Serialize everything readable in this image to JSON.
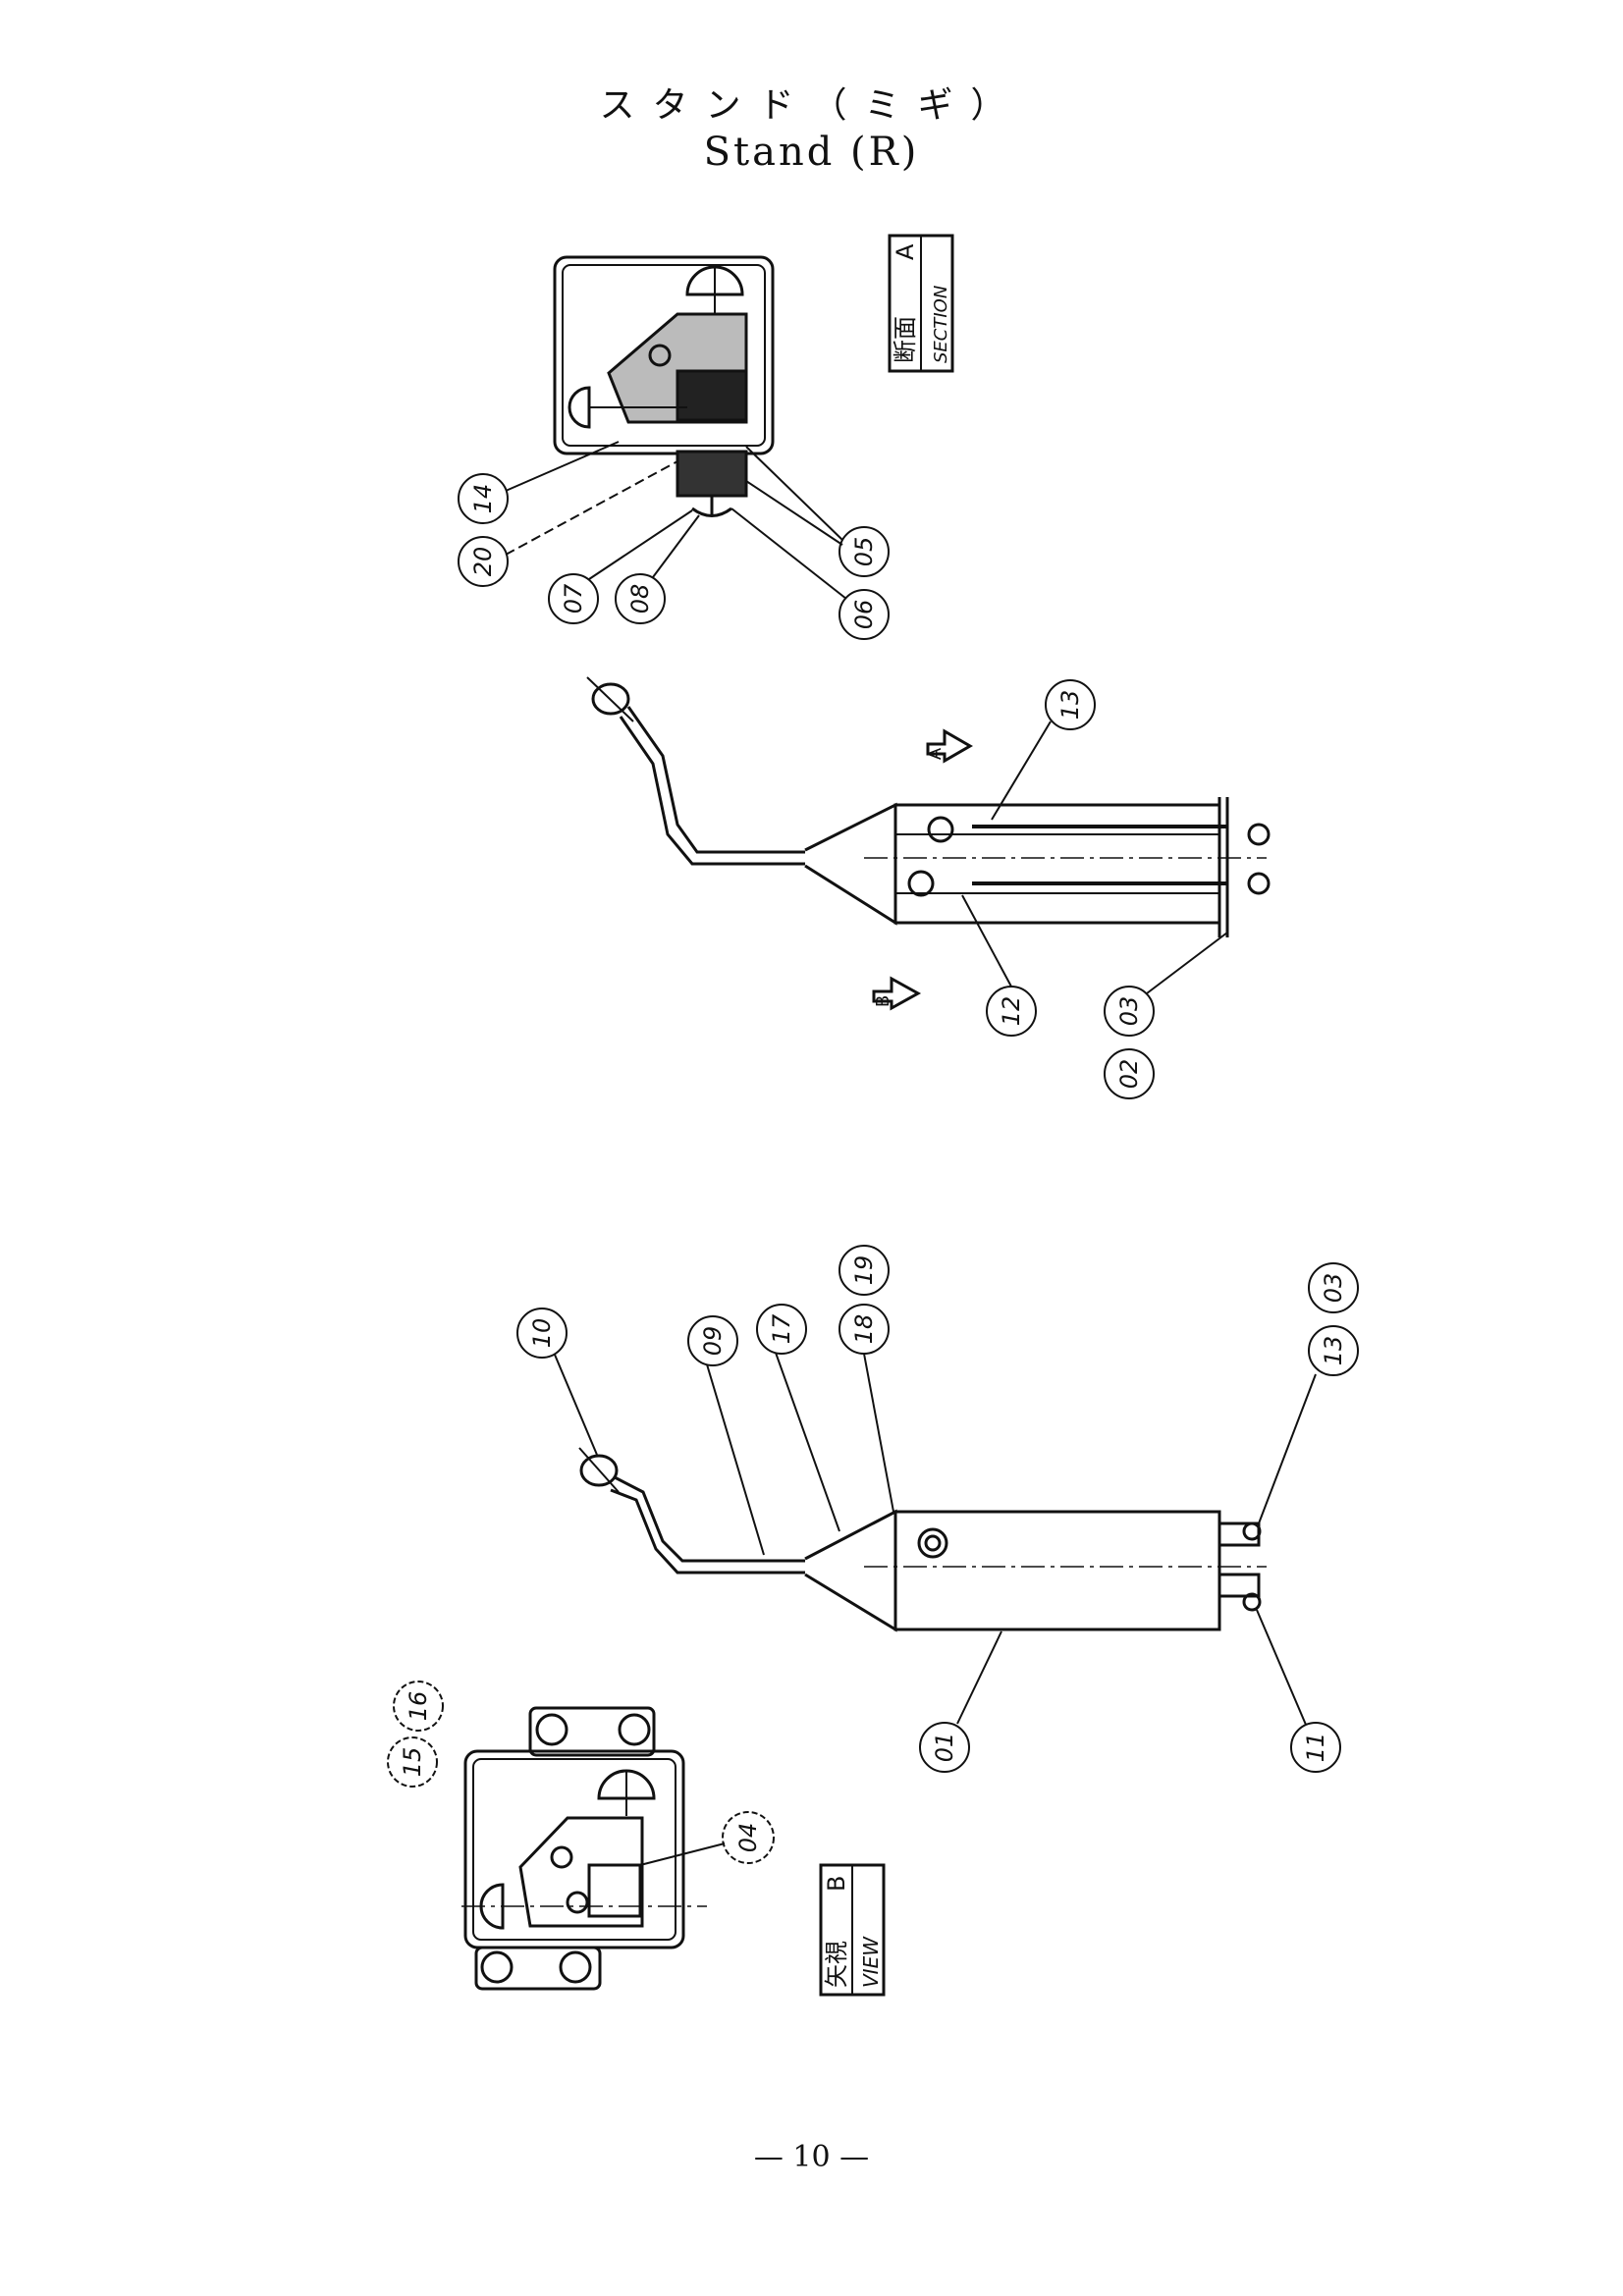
{
  "title": {
    "japanese": "スタンド（ミギ）",
    "english": "Stand (R)"
  },
  "section_label": {
    "japanese": "断面",
    "english": "SECTION",
    "letter": "A"
  },
  "view_label": {
    "japanese": "矢視",
    "english": "VIEW",
    "letter": "B"
  },
  "arrow_markers": [
    "A",
    "B"
  ],
  "callouts": {
    "c14": "14",
    "c20": "20",
    "c07": "07",
    "c08": "08",
    "c06": "06",
    "c05": "05",
    "c13a": "13",
    "c12": "12",
    "c03a": "03",
    "c02": "02",
    "c10": "10",
    "c09": "09",
    "c17": "17",
    "c18": "18",
    "c19": "19",
    "c13b": "13",
    "c03b": "03",
    "c01": "01",
    "c11": "11",
    "c15": "15",
    "c16": "16",
    "c04": "04"
  },
  "page_number": "— 10 —"
}
